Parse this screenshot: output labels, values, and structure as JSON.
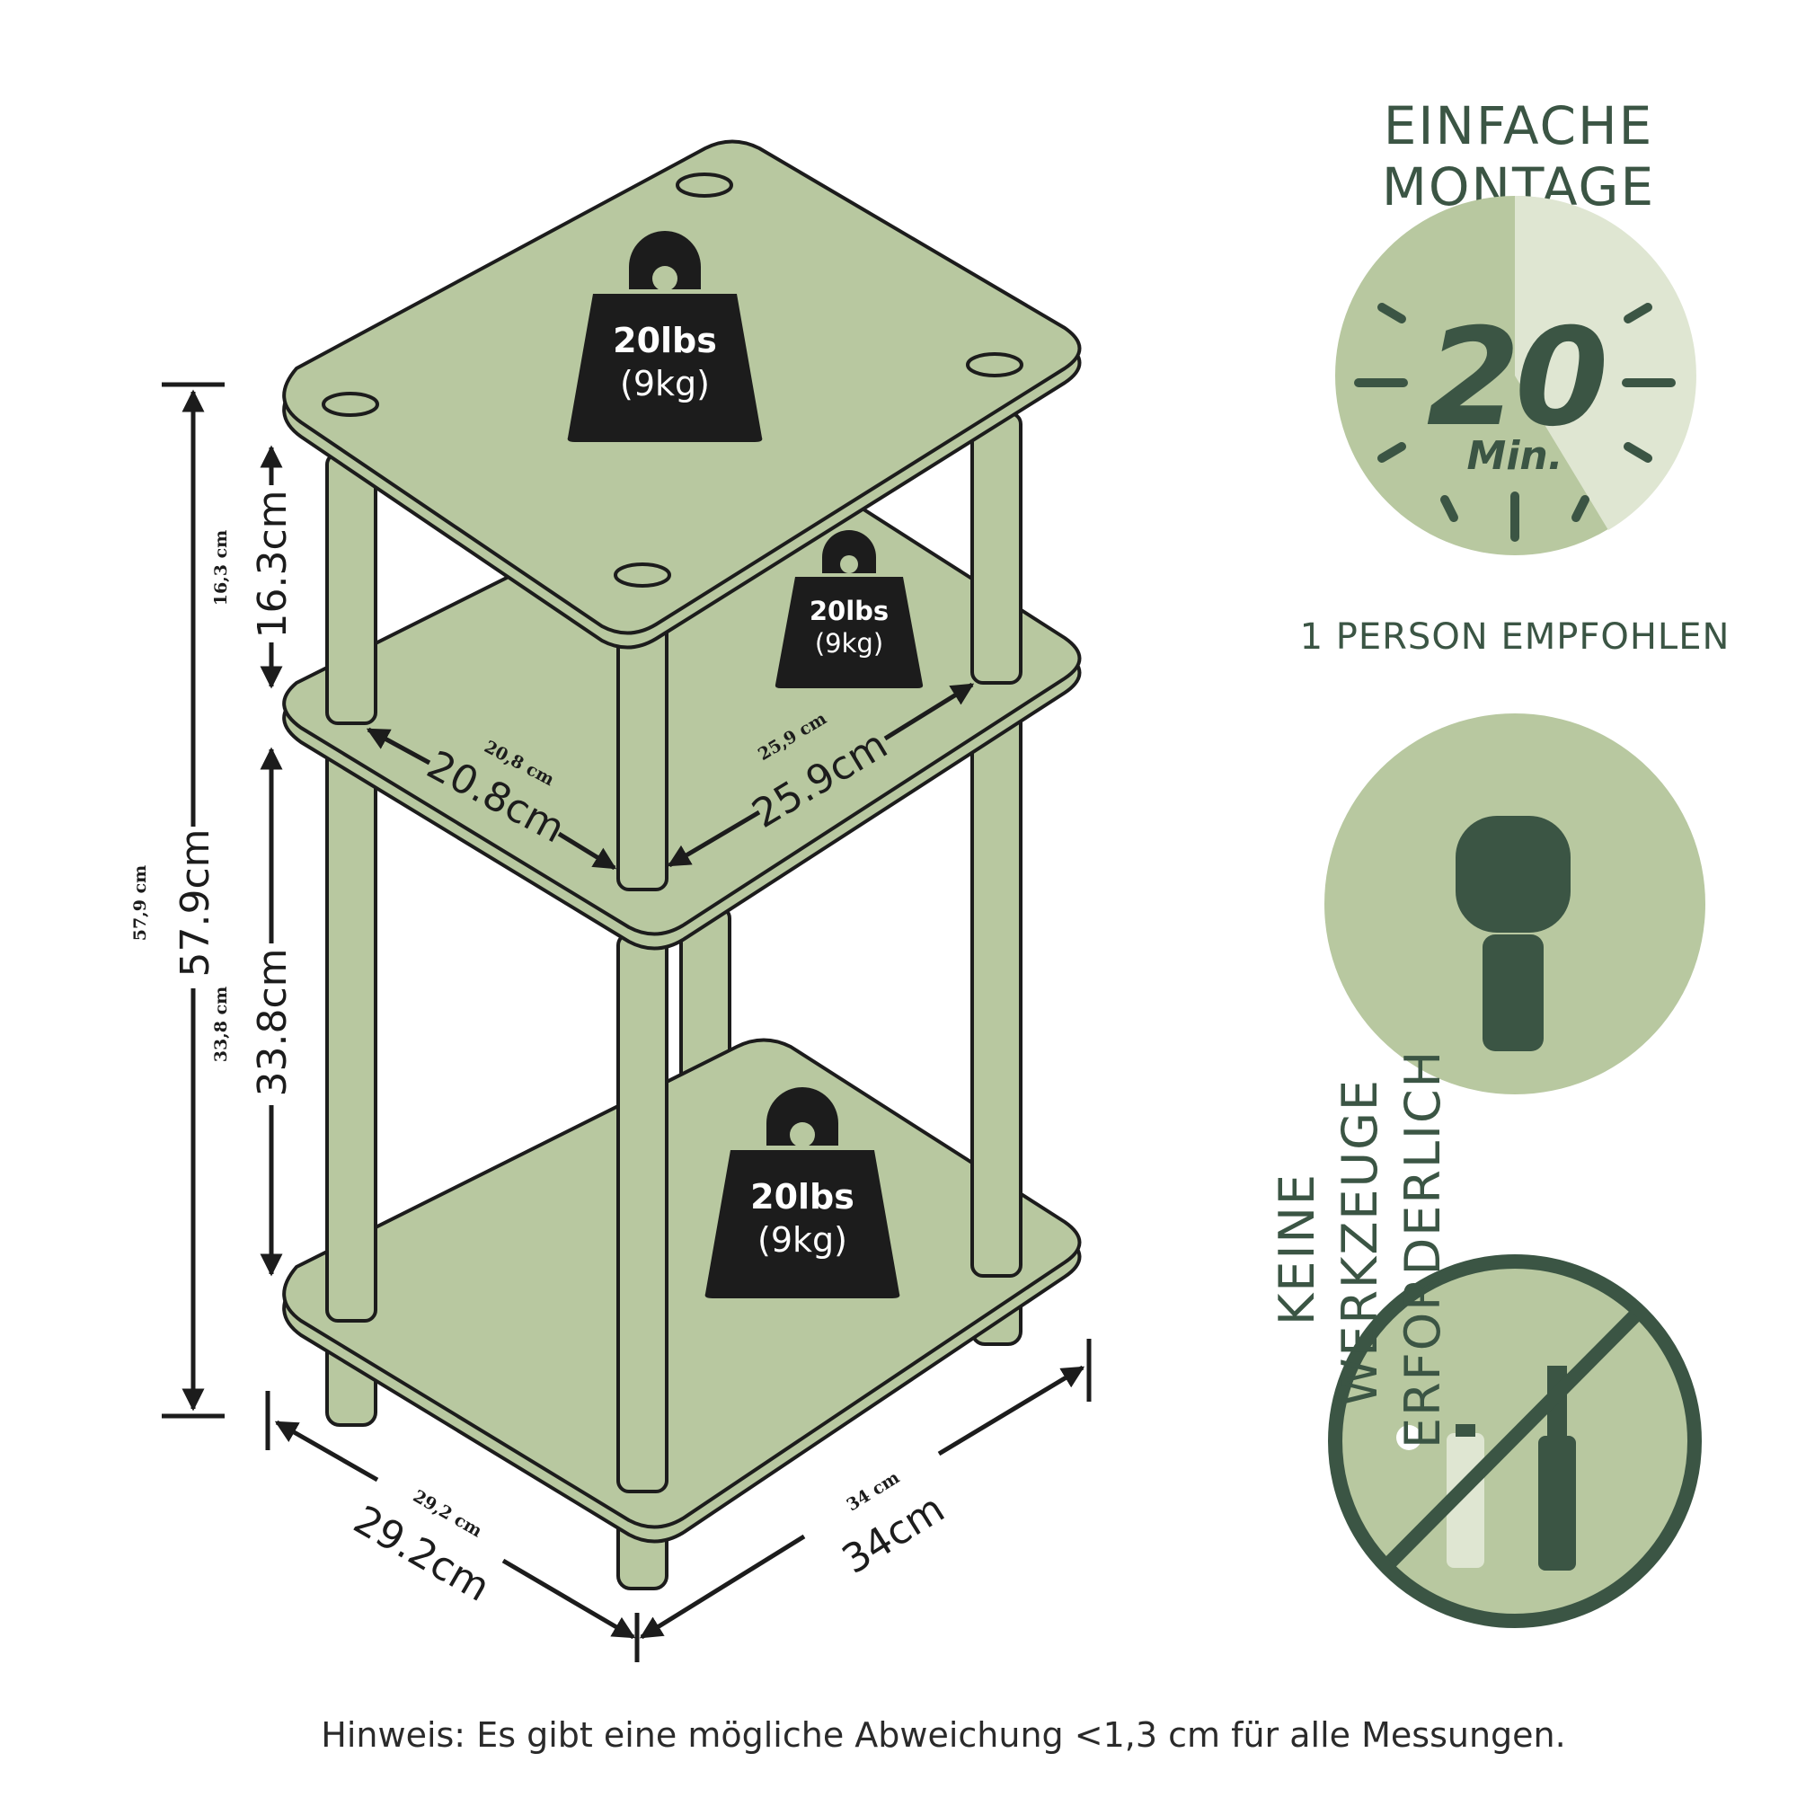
{
  "assembly": {
    "title_line1": "EINFACHE",
    "title_line2": "MONTAGE",
    "time_value": "20",
    "time_unit": "Min.",
    "person_text": "1 PERSON EMPFOHLEN",
    "tools_line1": "KEINE",
    "tools_line2": "WERKZEUGE",
    "tools_line3": "ERFORDERLICH"
  },
  "weights": {
    "top": {
      "line1": "20lbs",
      "line2": "(9kg)"
    },
    "middle": {
      "line1": "20lbs",
      "line2": "(9kg)"
    },
    "bottom": {
      "line1": "20lbs",
      "line2": "(9kg)"
    }
  },
  "dimensions": {
    "total_small": "57,9 cm",
    "total_big": "57.9cm",
    "top_gap_small": "16,3 cm",
    "top_gap_big": "16.3cm",
    "lower_gap_small": "33,8 cm",
    "lower_gap_big": "33.8cm",
    "inner_depth_small": "20,8 cm",
    "inner_depth_big": "20.8cm",
    "inner_width_small": "25,9 cm",
    "inner_width_big": "25.9cm",
    "depth_small": "29,2 cm",
    "depth_big": "29.2cm",
    "width_small": "34 cm",
    "width_big": "34cm"
  },
  "note": "Hinweis: Es gibt eine mögliche Abweichung <1,3 cm für alle Messungen.",
  "colors": {
    "shelf": "#b8c8a0",
    "dark_green": "#3b5544",
    "light_green": "#b8c8a0",
    "outline": "#1c1c1c"
  },
  "icons": [
    "weight-icon",
    "clock-icon",
    "person-icon",
    "no-tools-icon"
  ]
}
